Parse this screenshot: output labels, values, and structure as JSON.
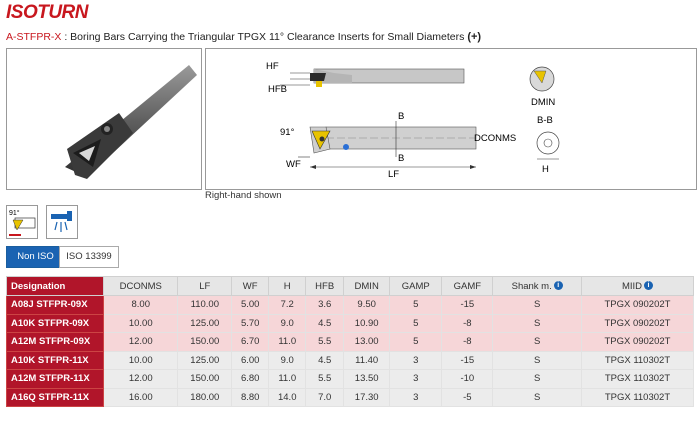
{
  "brand": {
    "iso": "ISO",
    "turn": "TURN"
  },
  "title": {
    "code": "A-STFPR-X",
    "text": " : Boring Bars Carrying the Triangular TPGX 11° Clearance Inserts for Small Diameters ",
    "plus": "(+)"
  },
  "drawing": {
    "labels": {
      "hf": "HF",
      "hfb": "HFB",
      "dmin": "DMIN",
      "b1": "B",
      "b2": "B",
      "bb": "B-B",
      "angle": "91°",
      "wf": "WF",
      "lf": "LF",
      "dconms": "DCONMS",
      "h": "H"
    },
    "caption": "Right-hand shown"
  },
  "icons": {
    "angle_label": "91°"
  },
  "toggle": {
    "active": "Non ISO",
    "inactive": "ISO 13399"
  },
  "table": {
    "headers": [
      "Designation",
      "DCONMS",
      "LF",
      "WF",
      "H",
      "HFB",
      "DMIN",
      "GAMP",
      "GAMF",
      "Shank m.",
      "MIID"
    ],
    "info_mark": "i",
    "rows": [
      [
        "A08J STFPR-09X",
        "8.00",
        "110.00",
        "5.00",
        "7.2",
        "3.6",
        "9.50",
        "5",
        "-15",
        "S",
        "TPGX 090202T"
      ],
      [
        "A10K STFPR-09X",
        "10.00",
        "125.00",
        "5.70",
        "9.0",
        "4.5",
        "10.90",
        "5",
        "-8",
        "S",
        "TPGX 090202T"
      ],
      [
        "A12M STFPR-09X",
        "12.00",
        "150.00",
        "6.70",
        "11.0",
        "5.5",
        "13.00",
        "5",
        "-8",
        "S",
        "TPGX 090202T"
      ],
      [
        "A10K STFPR-11X",
        "10.00",
        "125.00",
        "6.00",
        "9.0",
        "4.5",
        "11.40",
        "3",
        "-15",
        "S",
        "TPGX 110302T"
      ],
      [
        "A12M STFPR-11X",
        "12.00",
        "150.00",
        "6.80",
        "11.0",
        "5.5",
        "13.50",
        "3",
        "-10",
        "S",
        "TPGX 110302T"
      ],
      [
        "A16Q STFPR-11X",
        "16.00",
        "180.00",
        "8.80",
        "14.0",
        "7.0",
        "17.30",
        "3",
        "-5",
        "S",
        "TPGX 110302T"
      ]
    ]
  }
}
